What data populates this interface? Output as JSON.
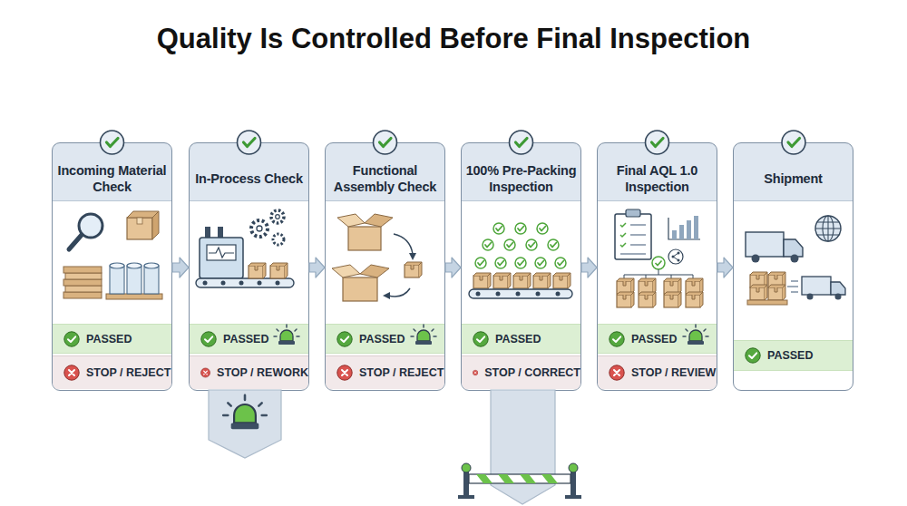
{
  "diagram": {
    "title": "Quality Is Controlled Before Final Inspection",
    "nodes": [
      {
        "text": [
          "Incoming Material Check"
        ]
      },
      {
        "text": [
          "PASSED"
        ],
        "in": 0
      },
      {
        "text": [
          "STOP / REJECT"
        ],
        "in": 0
      },
      {
        "text": [
          "In-Process Check"
        ]
      },
      {
        "text": [
          "PASSED"
        ],
        "in": 3
      },
      {
        "text": [
          "STOP / REWORK"
        ],
        "in": 3
      },
      {
        "text": [
          "Functional Assembly Check"
        ]
      },
      {
        "text": [
          "PASSED"
        ],
        "in": 6
      },
      {
        "text": [
          "STOP / REJECT"
        ],
        "in": 6
      },
      {
        "text": [
          "100% Pre-Packing Inspection"
        ]
      },
      {
        "text": [
          "PASSED"
        ],
        "in": 9
      },
      {
        "text": [
          "STOP / CORRECT"
        ],
        "in": 9
      },
      {
        "text": [
          "Final AQL 1.0 Inspection"
        ]
      },
      {
        "text": [
          "PASSED"
        ],
        "in": 12
      },
      {
        "text": [
          "STOP / REVIEW"
        ],
        "in": 12
      },
      {
        "text": [
          "Shipment"
        ]
      },
      {
        "text": [
          "PASSED"
        ],
        "in": 15
      }
    ],
    "edges": [
      {
        "from": 0,
        "to": 3,
        "arrow": "to"
      },
      {
        "from": 3,
        "to": 6,
        "arrow": "to"
      },
      {
        "from": 6,
        "to": 9,
        "arrow": "to"
      },
      {
        "from": 9,
        "to": 12,
        "arrow": "to"
      },
      {
        "from": 12,
        "to": 15,
        "arrow": "to"
      }
    ]
  }
}
